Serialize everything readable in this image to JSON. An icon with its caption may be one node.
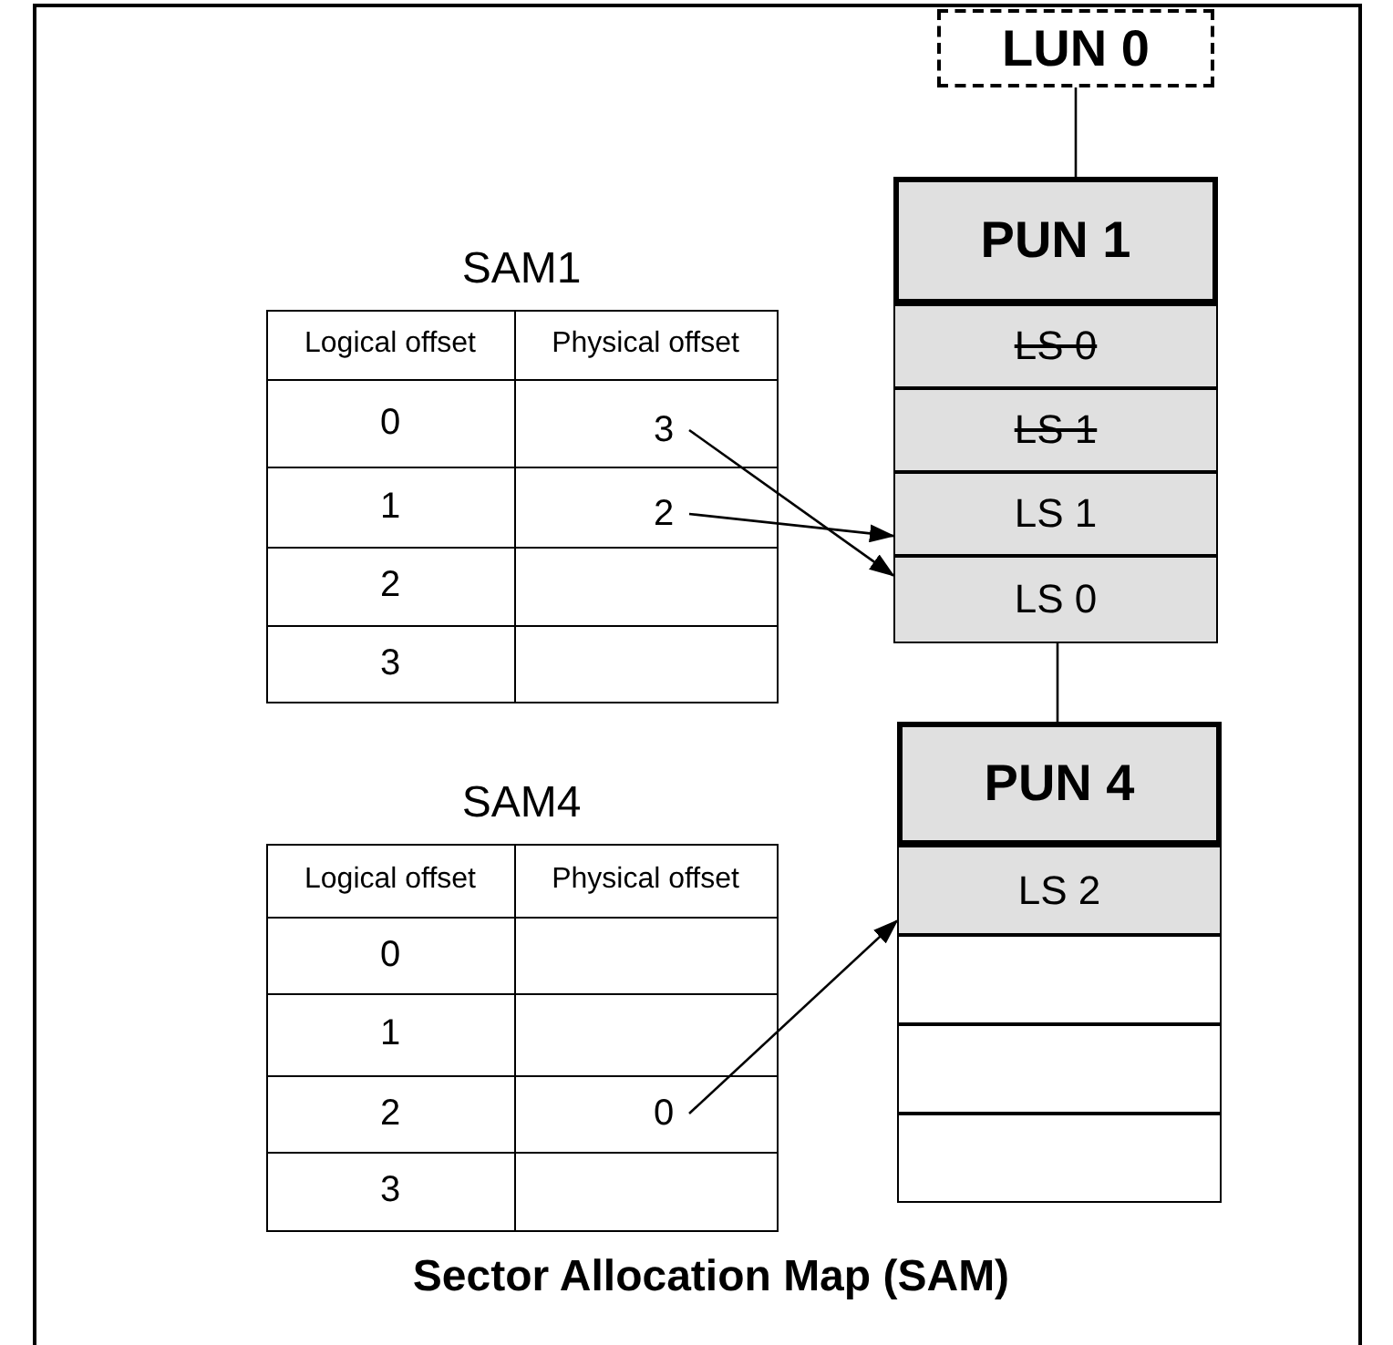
{
  "diagram": {
    "caption": "Sector Allocation Map (SAM)",
    "nodes": [
      {
        "text": [
          "LUN 0"
        ]
      },
      {
        "text": [
          "3"
        ]
      },
      {
        "text": [
          "2"
        ]
      },
      {
        "text": [
          "PUN 1"
        ]
      },
      {
        "text": [
          "LS 0"
        ]
      },
      {
        "text": [
          "LS 1"
        ]
      },
      {
        "text": [
          "LS 1"
        ]
      },
      {
        "text": [
          "LS 0"
        ]
      },
      {
        "text": [
          "PUN 4"
        ]
      },
      {
        "text": [
          "LS 2"
        ]
      },
      {
        "text": [],
        "shape": "box"
      },
      {
        "text": [],
        "shape": "box"
      },
      {
        "text": [],
        "shape": "box"
      },
      {
        "text": [
          "0"
        ]
      }
    ],
    "edges": [
      {
        "from": 0,
        "to": 3,
        "arrow": "none"
      },
      {
        "from": 7,
        "to": 8,
        "arrow": "none"
      },
      {
        "from": 1,
        "to": 7,
        "arrow": "to"
      },
      {
        "from": 2,
        "to": 6,
        "arrow": "to"
      },
      {
        "from": 13,
        "to": 9,
        "arrow": "to"
      }
    ],
    "labels": [
      "SAM1",
      "Logical offset",
      "Physical offset",
      "0",
      "1",
      "2",
      "3",
      "SAM4",
      "Logical offset",
      "Physical offset",
      "0",
      "1",
      "2",
      "3"
    ]
  }
}
